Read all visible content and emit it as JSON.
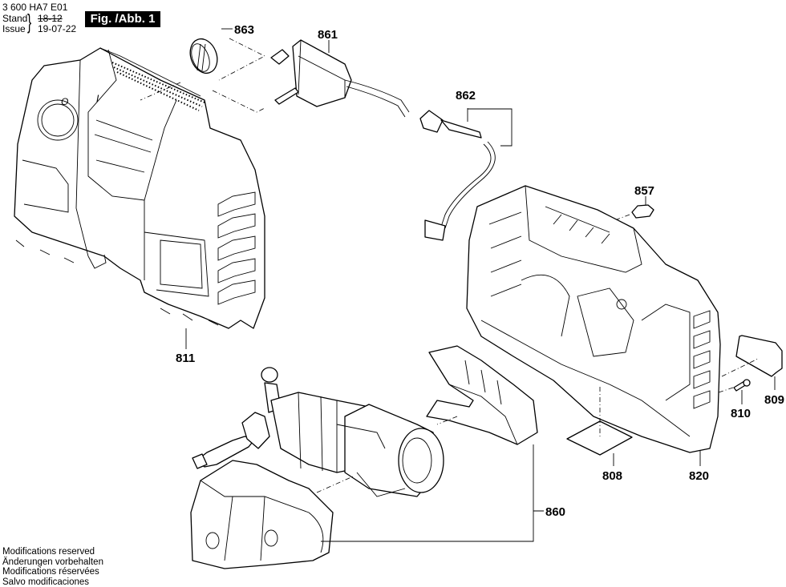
{
  "header": {
    "document_number": "3 600 HA7 E01",
    "stand_label": "Stand",
    "issue_label": "Issue",
    "stand_value": "18-12",
    "issue_value": "19-07-22",
    "figure_badge": "Fig. /Abb. 1"
  },
  "parts": [
    {
      "id": "863",
      "name": "switch-knob"
    },
    {
      "id": "861",
      "name": "switch-module"
    },
    {
      "id": "862",
      "name": "power-cord"
    },
    {
      "id": "857",
      "name": "cap"
    },
    {
      "id": "811",
      "name": "front-housing"
    },
    {
      "id": "820",
      "name": "rear-housing"
    },
    {
      "id": "808",
      "name": "type-plate"
    },
    {
      "id": "810",
      "name": "screw"
    },
    {
      "id": "809",
      "name": "label-plate"
    },
    {
      "id": "860",
      "name": "motor-pump-unit"
    }
  ],
  "footer": {
    "lines": [
      "Modifications reserved",
      "Änderungen vorbehalten",
      "Modifications réservées",
      "Salvo modificaciones"
    ]
  }
}
